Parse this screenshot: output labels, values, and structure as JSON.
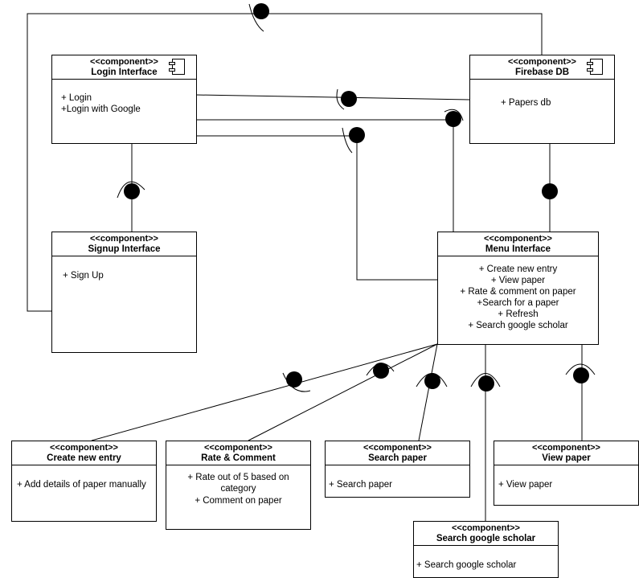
{
  "diagram": {
    "stereotype": "<<component>>",
    "components": {
      "login": {
        "name": "Login Interface",
        "items": [
          "+ Login",
          "+Login with Google"
        ]
      },
      "firebase": {
        "name": "Firebase DB",
        "items": [
          "+ Papers db"
        ]
      },
      "signup": {
        "name": "Signup Interface",
        "items": [
          "+ Sign Up"
        ]
      },
      "menu": {
        "name": "Menu Interface",
        "items": [
          "+ Create new entry",
          "+ View paper",
          "+ Rate & comment on paper",
          "+Search for a paper",
          "+ Refresh",
          "+ Search google scholar"
        ]
      },
      "create": {
        "name": "Create new entry",
        "items": [
          "+ Add details of paper manually"
        ]
      },
      "rate": {
        "name": "Rate & Comment",
        "items": [
          "+ Rate out of 5 based on",
          "category",
          "+ Comment on paper"
        ]
      },
      "search": {
        "name": "Search paper",
        "items": [
          "+ Search paper"
        ]
      },
      "view": {
        "name": "View paper",
        "items": [
          "+ View paper"
        ]
      },
      "scholar": {
        "name": "Search google scholar",
        "items": [
          "+ Search google scholar"
        ]
      }
    }
  }
}
